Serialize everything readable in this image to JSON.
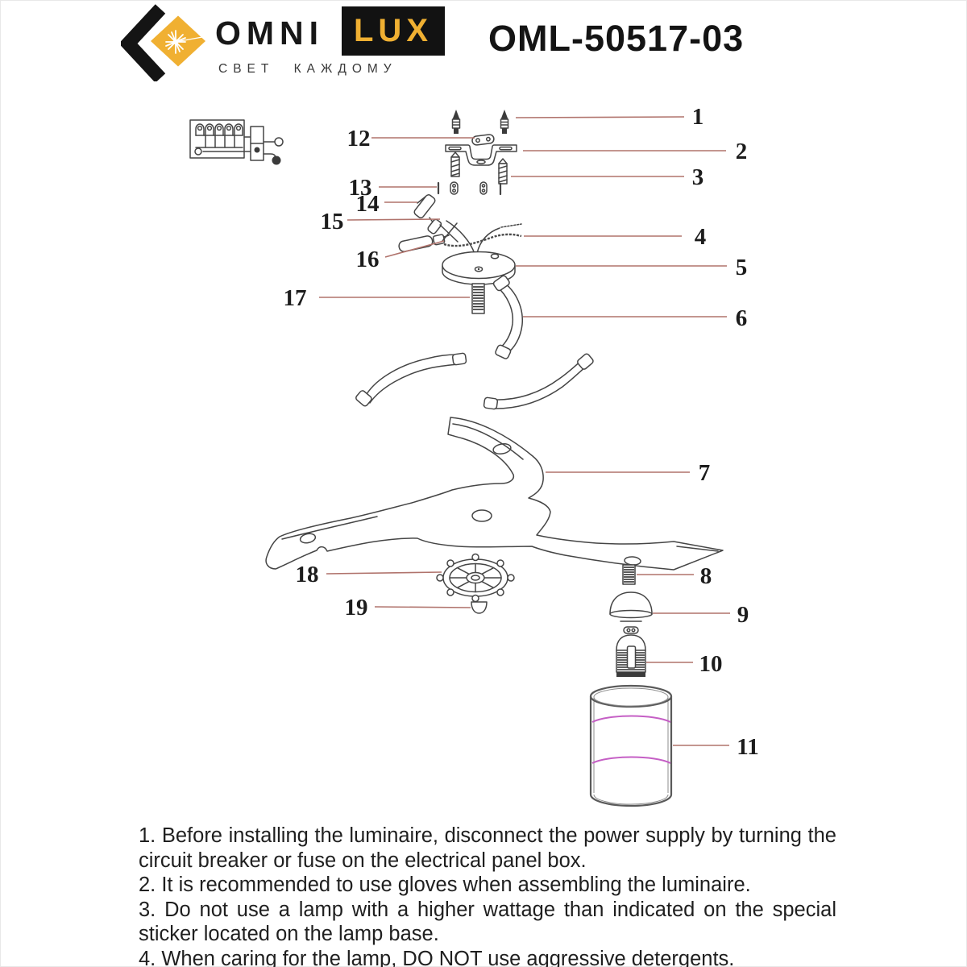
{
  "brand": {
    "name_left": "OMNI",
    "name_right": "LUX",
    "tagline": "СВЕТ КАЖДОМУ"
  },
  "model": "OML-50517-03",
  "diagram": {
    "callouts": {
      "c1": "1",
      "c2": "2",
      "c3": "3",
      "c4": "4",
      "c5": "5",
      "c6": "6",
      "c7": "7",
      "c8": "8",
      "c9": "9",
      "c10": "10",
      "c11": "11",
      "c12": "12",
      "c13": "13",
      "c14": "14",
      "c15": "15",
      "c16": "16",
      "c17": "17",
      "c18": "18",
      "c19": "19"
    }
  },
  "instructions": [
    "1. Before installing the luminaire, disconnect the power supply by turning the circuit breaker or fuse on the electrical panel box.",
    "2. It is recommended to use gloves when assembling the luminaire.",
    "3. Do not use a lamp with a higher wattage than indicated on the special sticker located on the lamp base.",
    "4. When caring for the lamp, DO NOT use aggressive detergents."
  ],
  "colors": {
    "accent_yellow": "#F0B032",
    "leader_line": "#B0736C",
    "shade_line": "#C55FC5"
  }
}
